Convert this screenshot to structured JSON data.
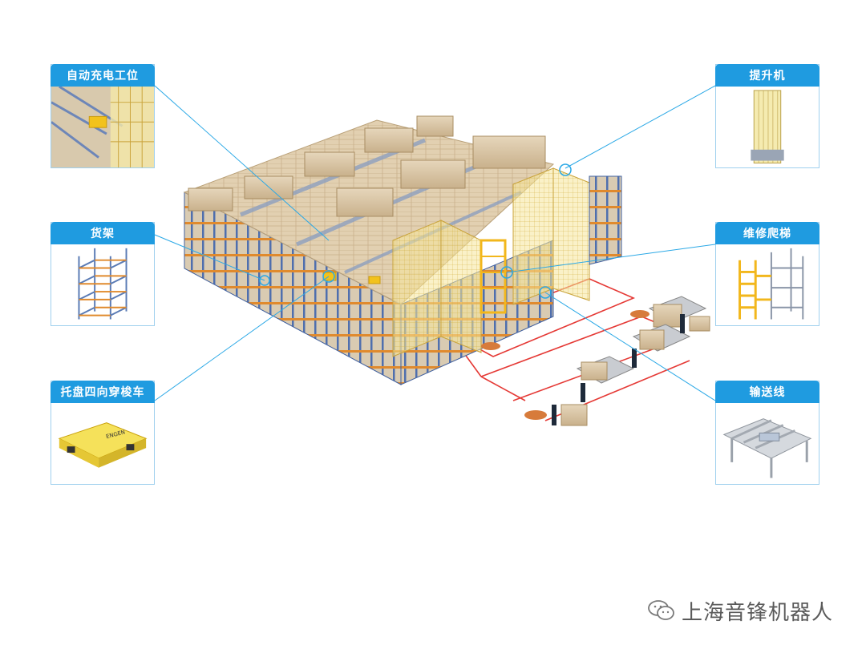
{
  "callouts": [
    {
      "id": "charging",
      "label": "自动充电工位",
      "icon": "charging-station-icon"
    },
    {
      "id": "rack",
      "label": "货架",
      "icon": "rack-icon"
    },
    {
      "id": "shuttle",
      "label": "托盘四向穿梭车",
      "icon": "shuttle-icon"
    },
    {
      "id": "lift",
      "label": "提升机",
      "icon": "lift-icon"
    },
    {
      "id": "ladder",
      "label": "维修爬梯",
      "icon": "ladder-icon"
    },
    {
      "id": "conveyor",
      "label": "输送线",
      "icon": "conveyor-icon"
    }
  ],
  "shuttle_brand": "ENGEN",
  "watermark": {
    "text": "上海音锋机器人",
    "icon": "wechat-icon"
  },
  "colors": {
    "accent": "#1f9be0",
    "rack_blue": "#5a7bb5",
    "cargo": "#d8c5a5",
    "lift_yellow": "#f0d46a",
    "path_red": "#e53935"
  }
}
